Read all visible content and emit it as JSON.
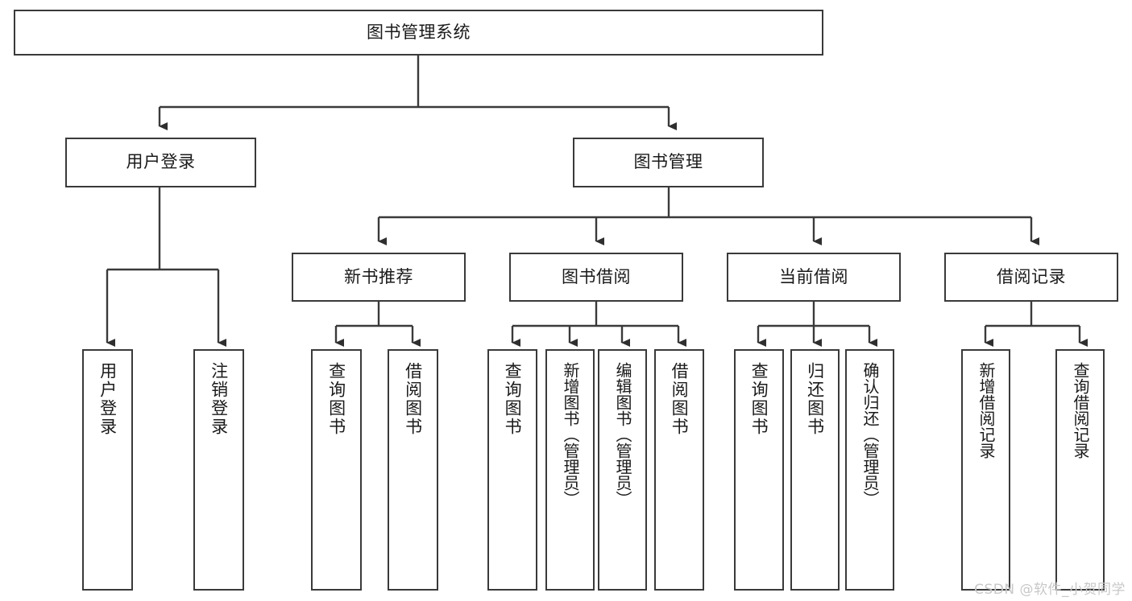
{
  "diagram": {
    "type": "tree-hierarchy",
    "title": "图书管理系统",
    "watermark": "CSDN @软件_小贺同学",
    "colors": {
      "stroke": "#3a3a3a",
      "fill": "#ffffff",
      "text": "#1a1a1a",
      "watermark": "#c8c8c8"
    },
    "root": {
      "label": "图书管理系统"
    },
    "level2": [
      {
        "label": "用户登录"
      },
      {
        "label": "图书管理"
      }
    ],
    "level3": [
      {
        "label": "新书推荐"
      },
      {
        "label": "图书借阅"
      },
      {
        "label": "当前借阅"
      },
      {
        "label": "借阅记录"
      }
    ],
    "leaves": {
      "user_login": [
        {
          "label": "用户登录"
        },
        {
          "label": "注销登录"
        }
      ],
      "new_book": [
        {
          "label": "查询图书"
        },
        {
          "label": "借阅图书"
        }
      ],
      "book_borrow": [
        {
          "label": "查询图书"
        },
        {
          "label": "新增图书（管理员）"
        },
        {
          "label": "编辑图书（管理员）"
        },
        {
          "label": "借阅图书"
        }
      ],
      "current_borrow": [
        {
          "label": "查询图书"
        },
        {
          "label": "归还图书"
        },
        {
          "label": "确认归还（管理员）"
        }
      ],
      "borrow_record": [
        {
          "label": "新增借阅记录"
        },
        {
          "label": "查询借阅记录"
        }
      ]
    }
  }
}
